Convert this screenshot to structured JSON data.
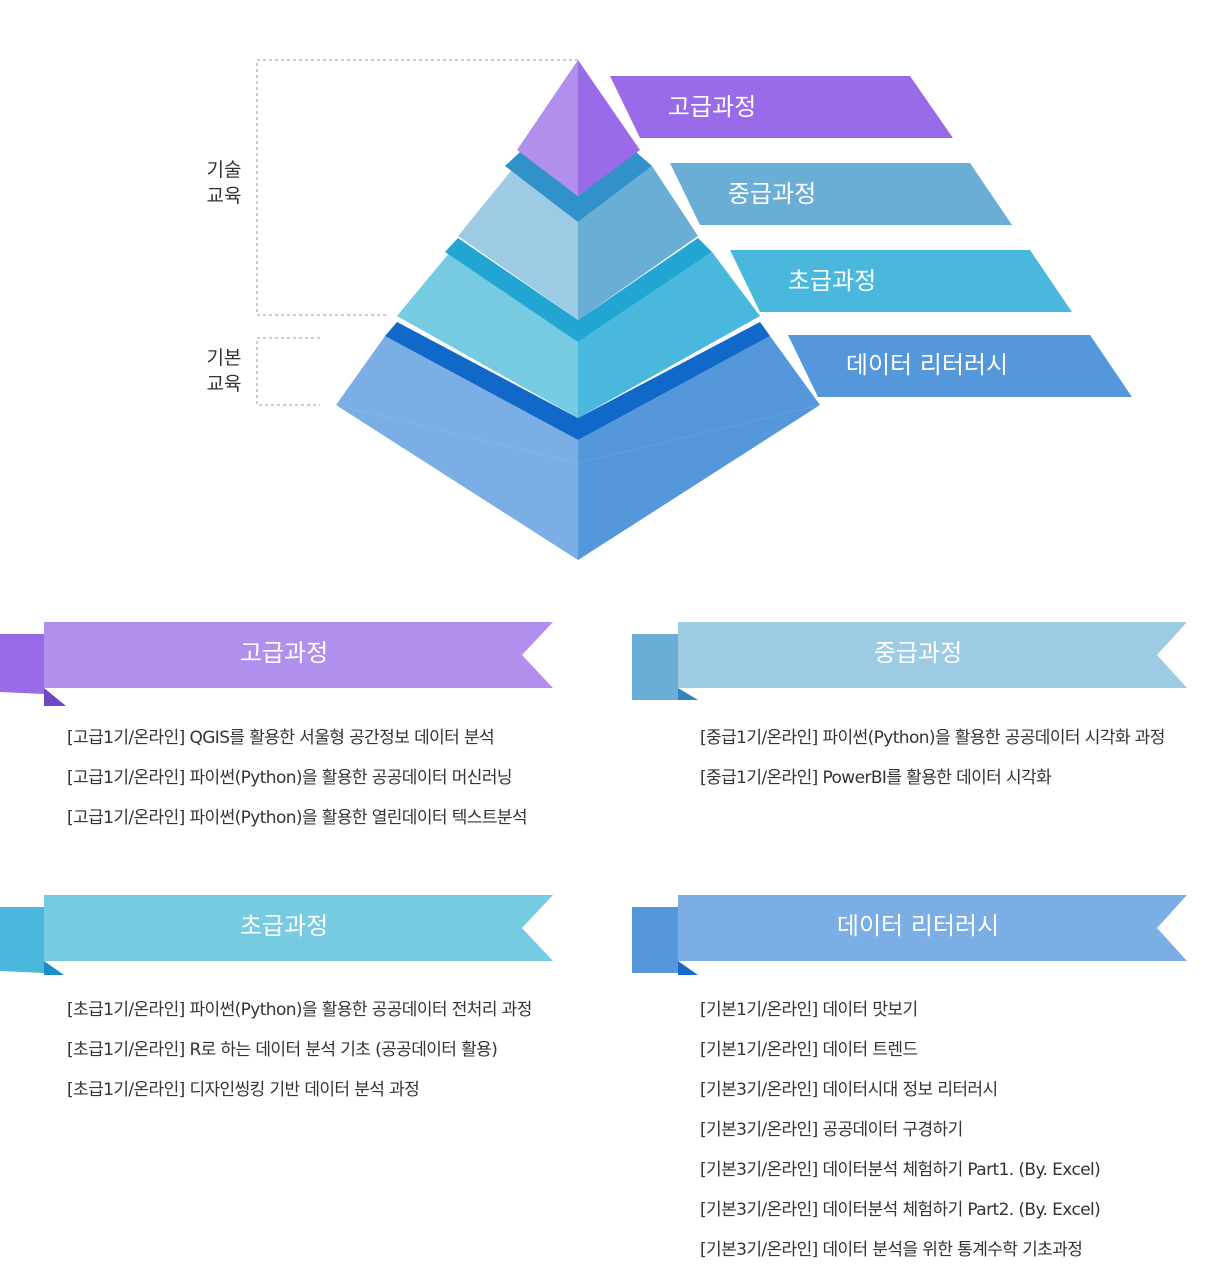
{
  "pyramid": {
    "levels": [
      {
        "label": "고급과정",
        "color": "#9a6be8"
      },
      {
        "label": "중급과정",
        "color": "#6aaed6"
      },
      {
        "label": "초급과정",
        "color": "#4ab8dc"
      },
      {
        "label": "데이터 리터러시",
        "color": "#5497db"
      }
    ],
    "groups": [
      {
        "lines": [
          "기술",
          "교육"
        ]
      },
      {
        "lines": [
          "기본",
          "교육"
        ]
      }
    ]
  },
  "sections": [
    {
      "title": "고급과정",
      "color": "#b18fec",
      "items": [
        "[고급1기/온라인] QGIS를 활용한 서울형 공간정보 데이터 분석",
        "[고급1기/온라인] 파이썬(Python)을 활용한 공공데이터 머신러닝",
        "[고급1기/온라인] 파이썬(Python)을 활용한 열린데이터 텍스트분석"
      ]
    },
    {
      "title": "중급과정",
      "color": "#9ccbe3",
      "items": [
        "[중급1기/온라인] 파이썬(Python)을 활용한 공공데이터 시각화 과정",
        "[중급1기/온라인] PowerBI를 활용한 데이터 시각화"
      ]
    },
    {
      "title": "초급과정",
      "color": "#76cbe3",
      "items": [
        "[초급1기/온라인] 파이썬(Python)을 활용한 공공데이터 전처리 과정",
        "[초급1기/온라인] R로 하는 데이터 분석 기초 (공공데이터 활용)",
        "[초급1기/온라인] 디자인씽킹 기반 데이터 분석 과정"
      ]
    },
    {
      "title": "데이터 리터러시",
      "color": "#7aaee4",
      "items": [
        "[기본1기/온라인] 데이터 맛보기",
        "[기본1기/온라인] 데이터 트렌드",
        "[기본3기/온라인] 데이터시대 정보 리터러시",
        "[기본3기/온라인] 공공데이터 구경하기",
        "[기본3기/온라인] 데이터분석 체험하기 Part1. (By. Excel)",
        "[기본3기/온라인] 데이터분석 체험하기 Part2. (By. Excel)",
        "[기본3기/온라인] 데이터 분석을 위한 통계수학 기초과정"
      ]
    }
  ]
}
